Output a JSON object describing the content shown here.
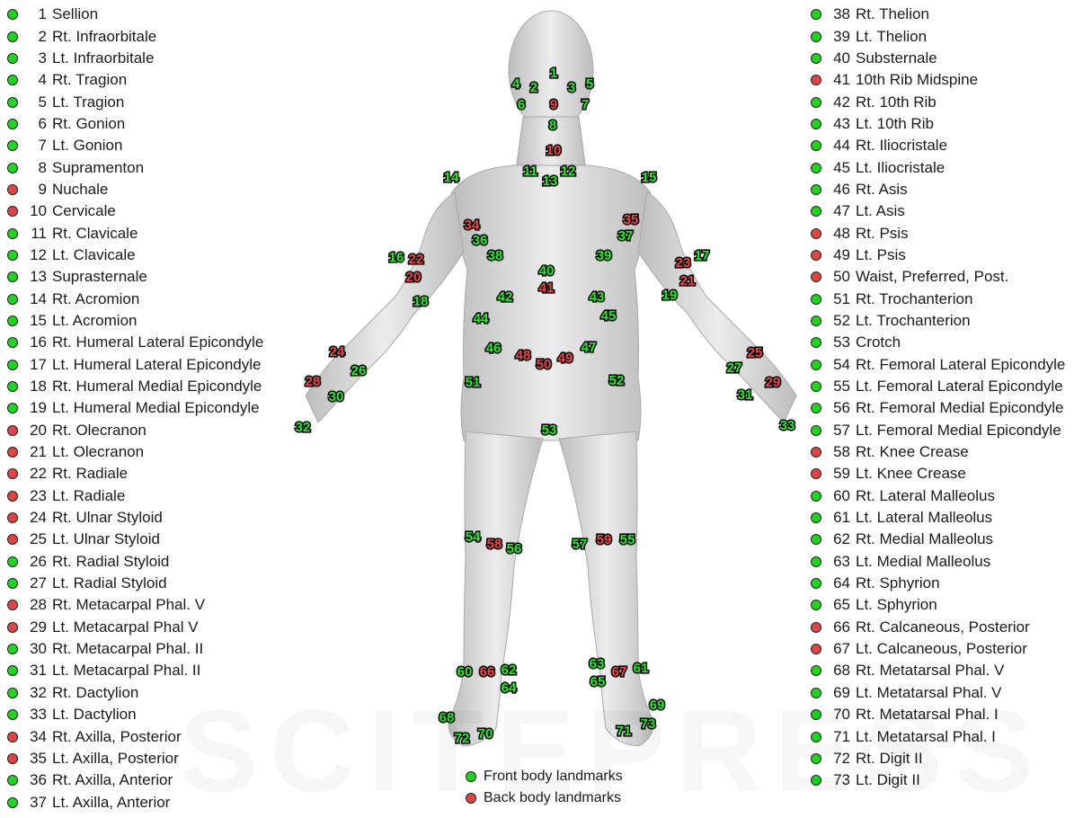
{
  "colors": {
    "front": "#2bea2b",
    "back": "#e84848",
    "body": "#d9d9d9"
  },
  "legend_left": [
    {
      "num": "1",
      "label": "Sellion",
      "type": "front"
    },
    {
      "num": "2",
      "label": "Rt. Infraorbitale",
      "type": "front"
    },
    {
      "num": "3",
      "label": "Lt. Infraorbitale",
      "type": "front"
    },
    {
      "num": "4",
      "label": "Rt. Tragion",
      "type": "front"
    },
    {
      "num": "5",
      "label": "Lt. Tragion",
      "type": "front"
    },
    {
      "num": "6",
      "label": "Rt. Gonion",
      "type": "front"
    },
    {
      "num": "7",
      "label": "Lt. Gonion",
      "type": "front"
    },
    {
      "num": "8",
      "label": "Supramenton",
      "type": "front"
    },
    {
      "num": "9",
      "label": "Nuchale",
      "type": "back"
    },
    {
      "num": "10",
      "label": "Cervicale",
      "type": "back"
    },
    {
      "num": "11",
      "label": "Rt. Clavicale",
      "type": "front"
    },
    {
      "num": "12",
      "label": "Lt. Clavicale",
      "type": "front"
    },
    {
      "num": "13",
      "label": "Suprasternale",
      "type": "front"
    },
    {
      "num": "14",
      "label": "Rt. Acromion",
      "type": "front"
    },
    {
      "num": "15",
      "label": "Lt. Acromion",
      "type": "front"
    },
    {
      "num": "16",
      "label": "Rt. Humeral Lateral Epicondyle",
      "type": "front"
    },
    {
      "num": "17",
      "label": "Lt. Humeral Lateral Epicondyle",
      "type": "front"
    },
    {
      "num": "18",
      "label": "Rt. Humeral Medial Epicondyle",
      "type": "front"
    },
    {
      "num": "19",
      "label": "Lt. Humeral Medial Epicondyle",
      "type": "front"
    },
    {
      "num": "20",
      "label": "Rt. Olecranon",
      "type": "back"
    },
    {
      "num": "21",
      "label": "Lt. Olecranon",
      "type": "back"
    },
    {
      "num": "22",
      "label": "Rt. Radiale",
      "type": "back"
    },
    {
      "num": "23",
      "label": "Lt. Radiale",
      "type": "back"
    },
    {
      "num": "24",
      "label": "Rt. Ulnar Styloid",
      "type": "back"
    },
    {
      "num": "25",
      "label": "Lt. Ulnar Styloid",
      "type": "back"
    },
    {
      "num": "26",
      "label": "Rt. Radial Styloid",
      "type": "front"
    },
    {
      "num": "27",
      "label": "Lt. Radial Styloid",
      "type": "front"
    },
    {
      "num": "28",
      "label": "Rt. Metacarpal Phal. V",
      "type": "back"
    },
    {
      "num": "29",
      "label": "Lt. Metacarpal Phal V",
      "type": "back"
    },
    {
      "num": "30",
      "label": "Rt. Metacarpal Phal. II",
      "type": "front"
    },
    {
      "num": "31",
      "label": "Lt. Metacarpal Phal. II",
      "type": "front"
    },
    {
      "num": "32",
      "label": "Rt. Dactylion",
      "type": "front"
    },
    {
      "num": "33",
      "label": "Lt. Dactylion",
      "type": "front"
    },
    {
      "num": "34",
      "label": "Rt. Axilla, Posterior",
      "type": "back"
    },
    {
      "num": "35",
      "label": "Lt. Axilla, Posterior",
      "type": "back"
    },
    {
      "num": "36",
      "label": "Rt. Axilla, Anterior",
      "type": "front"
    },
    {
      "num": "37",
      "label": "Lt. Axilla, Anterior",
      "type": "front"
    }
  ],
  "legend_right": [
    {
      "num": "38",
      "label": "Rt. Thelion",
      "type": "front"
    },
    {
      "num": "39",
      "label": "Lt. Thelion",
      "type": "front"
    },
    {
      "num": "40",
      "label": "Substernale",
      "type": "front"
    },
    {
      "num": "41",
      "label": "10th Rib Midspine",
      "type": "back"
    },
    {
      "num": "42",
      "label": "Rt. 10th Rib",
      "type": "front"
    },
    {
      "num": "43",
      "label": "Lt. 10th Rib",
      "type": "front"
    },
    {
      "num": "44",
      "label": "Rt. Iliocristale",
      "type": "front"
    },
    {
      "num": "45",
      "label": "Lt. Iliocristale",
      "type": "front"
    },
    {
      "num": "46",
      "label": "Rt. Asis",
      "type": "front"
    },
    {
      "num": "47",
      "label": "Lt. Asis",
      "type": "front"
    },
    {
      "num": "48",
      "label": "Rt. Psis",
      "type": "back"
    },
    {
      "num": "49",
      "label": "Lt. Psis",
      "type": "back"
    },
    {
      "num": "50",
      "label": "Waist, Preferred, Post.",
      "type": "back"
    },
    {
      "num": "51",
      "label": "Rt. Trochanterion",
      "type": "front"
    },
    {
      "num": "52",
      "label": "Lt. Trochanterion",
      "type": "front"
    },
    {
      "num": "53",
      "label": "Crotch",
      "type": "front"
    },
    {
      "num": "54",
      "label": "Rt. Femoral Lateral Epicondyle",
      "type": "front"
    },
    {
      "num": "55",
      "label": "Lt. Femoral Lateral Epicondyle",
      "type": "front"
    },
    {
      "num": "56",
      "label": "Rt. Femoral Medial Epicondyle",
      "type": "front"
    },
    {
      "num": "57",
      "label": "Lt. Femoral Medial Epicondyle",
      "type": "front"
    },
    {
      "num": "58",
      "label": "Rt. Knee Crease",
      "type": "back"
    },
    {
      "num": "59",
      "label": "Lt. Knee Crease",
      "type": "back"
    },
    {
      "num": "60",
      "label": "Rt. Lateral Malleolus",
      "type": "front"
    },
    {
      "num": "61",
      "label": "Lt. Lateral Malleolus",
      "type": "front"
    },
    {
      "num": "62",
      "label": "Rt. Medial Malleolus",
      "type": "front"
    },
    {
      "num": "63",
      "label": "Lt. Medial Malleolus",
      "type": "front"
    },
    {
      "num": "64",
      "label": "Rt. Sphyrion",
      "type": "front"
    },
    {
      "num": "65",
      "label": "Lt. Sphyrion",
      "type": "front"
    },
    {
      "num": "66",
      "label": "Rt. Calcaneous, Posterior",
      "type": "back"
    },
    {
      "num": "67",
      "label": "Lt. Calcaneous, Posterior",
      "type": "back"
    },
    {
      "num": "68",
      "label": "Rt. Metatarsal Phal. V",
      "type": "front"
    },
    {
      "num": "69",
      "label": "Lt. Metatarsal Phal. V",
      "type": "front"
    },
    {
      "num": "70",
      "label": "Rt. Metatarsal Phal. I",
      "type": "front"
    },
    {
      "num": "71",
      "label": "Lt. Metatarsal Phal. I",
      "type": "front"
    },
    {
      "num": "72",
      "label": "Rt. Digit II",
      "type": "front"
    },
    {
      "num": "73",
      "label": "Lt. Digit II",
      "type": "front"
    }
  ],
  "key": {
    "front_label": "Front body landmarks",
    "back_label": "Back body landmarks"
  },
  "watermark": "SCITEPRESS"
}
